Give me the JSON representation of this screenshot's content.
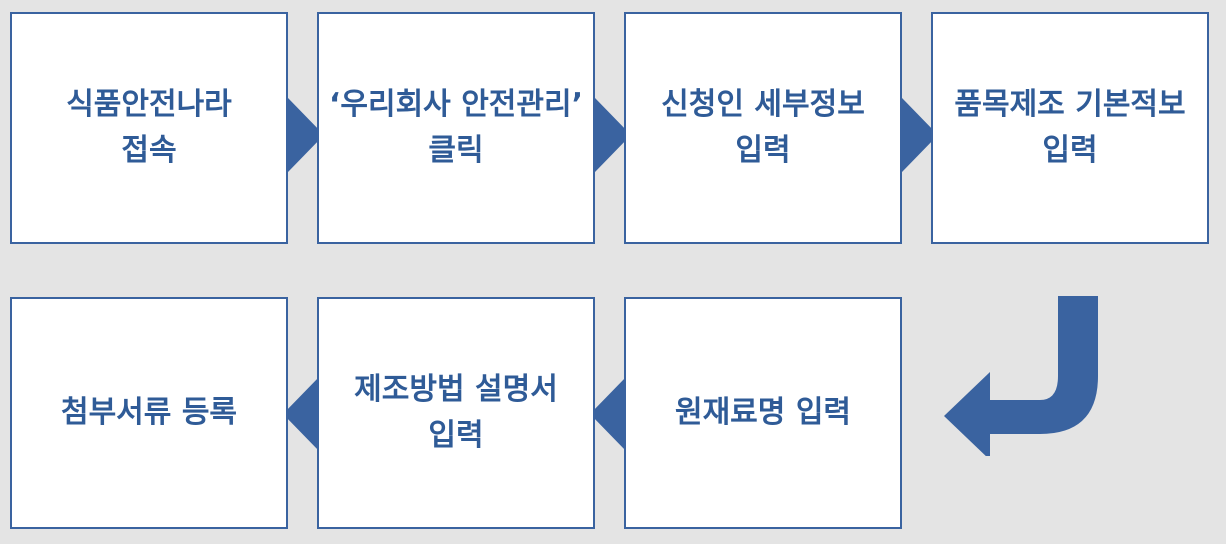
{
  "colors": {
    "background": "#e4e4e4",
    "box_border": "#3a63a0",
    "box_fill": "#ffffff",
    "text": "#2f5b97",
    "arrow": "#3a63a0"
  },
  "steps": [
    {
      "lines": [
        "식품안전나라",
        "접속"
      ]
    },
    {
      "lines": [
        "‘우리회사 안전관리’",
        "클릭"
      ]
    },
    {
      "lines": [
        "신청인 세부정보",
        "입력"
      ]
    },
    {
      "lines": [
        "품목제조 기본적보",
        "입력"
      ]
    },
    {
      "lines": [
        "원재료명 입력"
      ]
    },
    {
      "lines": [
        "제조방법 설명서",
        "입력"
      ]
    },
    {
      "lines": [
        "첨부서류 등록"
      ]
    }
  ]
}
